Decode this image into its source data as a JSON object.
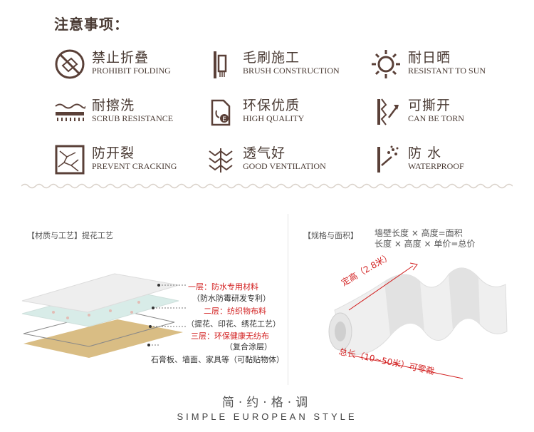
{
  "header": {
    "title": "注意事项："
  },
  "features": [
    {
      "cn": "禁止折叠",
      "en": "PROHIBIT FOLDING",
      "icon": "no-folding-icon"
    },
    {
      "cn": "毛刷施工",
      "en": "BRUSH CONSTRUCTION",
      "icon": "brush-icon"
    },
    {
      "cn": "耐日晒",
      "en": "RESISTANT TO SUN",
      "icon": "sun-icon"
    },
    {
      "cn": "耐擦洗",
      "en": "SCRUB RESISTANCE",
      "icon": "scrub-icon"
    },
    {
      "cn": "环保优质",
      "en": "HIGH QUALITY",
      "icon": "eco-quality-icon"
    },
    {
      "cn": "可撕开",
      "en": "CAN BE TORN",
      "icon": "tear-icon"
    },
    {
      "cn": "防开裂",
      "en": "PREVENT CRACKING",
      "icon": "crack-icon"
    },
    {
      "cn": "透气好",
      "en": "GOOD VENTILATION",
      "icon": "ventilation-icon"
    },
    {
      "cn": "防 水",
      "en": "WATERPROOF",
      "icon": "waterproof-icon"
    }
  ],
  "material": {
    "heading_bracket": "【材质与工艺】",
    "heading_text": "提花工艺",
    "layer1_title": "一层：防水专用材料",
    "layer1_desc": "（防水防霉研发专利）",
    "layer2_title": "二层：纺织物布料",
    "layer2_desc": "（提花、印花、绣花工艺）",
    "layer3_title": "三层：环保健康无纺布",
    "layer3_desc": "（复合涂层）",
    "base_desc": "石膏板、墙面、家具等（可黏贴物体）"
  },
  "spec": {
    "heading_bracket": "【规格与面积】",
    "formula1": "墙壁长度 × 高度=面积",
    "formula2": "长度 × 高度 × 单价=总价",
    "height_label": "定高（2.8米）",
    "length_label": "总长（10~50米）可零裁"
  },
  "footer": {
    "cn": "简·约·格·调",
    "en": "SIMPLE EUROPEAN STYLE"
  },
  "colors": {
    "icon": "#5a4038",
    "text": "#4a3b34",
    "accent": "#d21e1e",
    "layer_base": "#d9bd84"
  }
}
